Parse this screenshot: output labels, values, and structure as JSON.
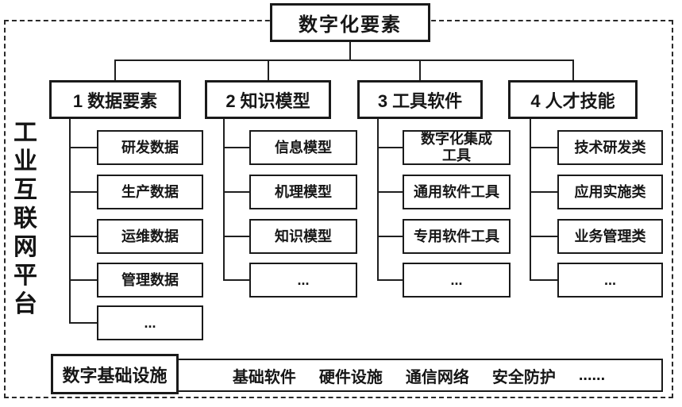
{
  "colors": {
    "line": "#1a1a1a",
    "text": "#161616",
    "background": "#ffffff"
  },
  "diagram": {
    "platform_label": "工业互联网平台",
    "root": "数字化要素",
    "branches": [
      {
        "title": "1 数据要素",
        "children": [
          "研发数据",
          "生产数据",
          "运维数据",
          "管理数据",
          "..."
        ]
      },
      {
        "title": "2 知识模型",
        "children": [
          "信息模型",
          "机理模型",
          "知识模型",
          "..."
        ]
      },
      {
        "title": "3 工具软件",
        "children": [
          "数字化集成\n工具",
          "通用软件工具",
          "专用软件工具",
          "..."
        ]
      },
      {
        "title": "4 人才技能",
        "children": [
          "技术研发类",
          "应用实施类",
          "业务管理类",
          "..."
        ]
      }
    ],
    "infrastructure": {
      "label": "数字基础设施",
      "items": [
        "基础软件",
        "硬件设施",
        "通信网络",
        "安全防护",
        "......"
      ]
    }
  }
}
